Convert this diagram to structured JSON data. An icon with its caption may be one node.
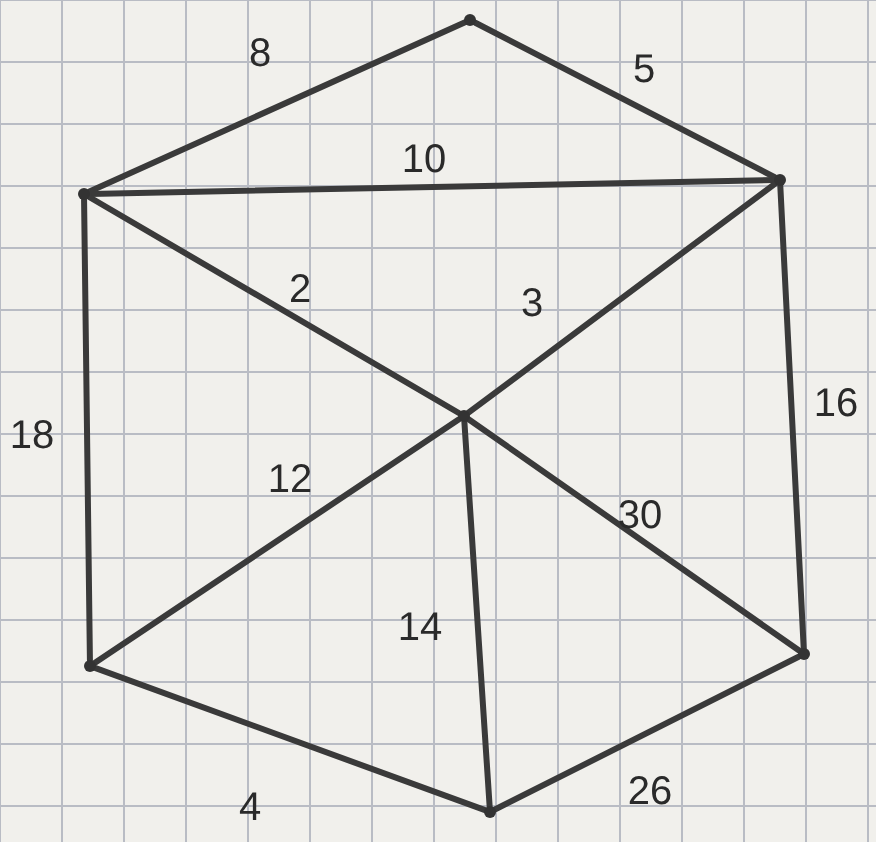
{
  "diagram": {
    "nodes": [
      {
        "text": [],
        "shape": "dot"
      },
      {
        "text": [],
        "shape": "dot"
      },
      {
        "text": [],
        "shape": "dot"
      },
      {
        "text": [],
        "shape": "dot"
      },
      {
        "text": [],
        "shape": "dot"
      },
      {
        "text": [],
        "shape": "dot"
      },
      {
        "text": [],
        "shape": "dot"
      }
    ],
    "edges": [
      {
        "from": 0,
        "to": 1,
        "arrow": "none",
        "label": "8"
      },
      {
        "from": 0,
        "to": 2,
        "arrow": "none",
        "label": "5"
      },
      {
        "from": 1,
        "to": 2,
        "arrow": "none",
        "label": "10"
      },
      {
        "from": 1,
        "to": 3,
        "arrow": "none",
        "label": "2"
      },
      {
        "from": 2,
        "to": 3,
        "arrow": "none",
        "label": "3"
      },
      {
        "from": 1,
        "to": 4,
        "arrow": "none",
        "label": "18"
      },
      {
        "from": 2,
        "to": 5,
        "arrow": "none",
        "label": "16"
      },
      {
        "from": 3,
        "to": 4,
        "arrow": "none",
        "label": "12"
      },
      {
        "from": 3,
        "to": 5,
        "arrow": "none",
        "label": "30"
      },
      {
        "from": 3,
        "to": 6,
        "arrow": "none",
        "label": "14"
      },
      {
        "from": 4,
        "to": 6,
        "arrow": "none",
        "label": "4"
      },
      {
        "from": 5,
        "to": 6,
        "arrow": "none",
        "label": "26"
      }
    ]
  }
}
